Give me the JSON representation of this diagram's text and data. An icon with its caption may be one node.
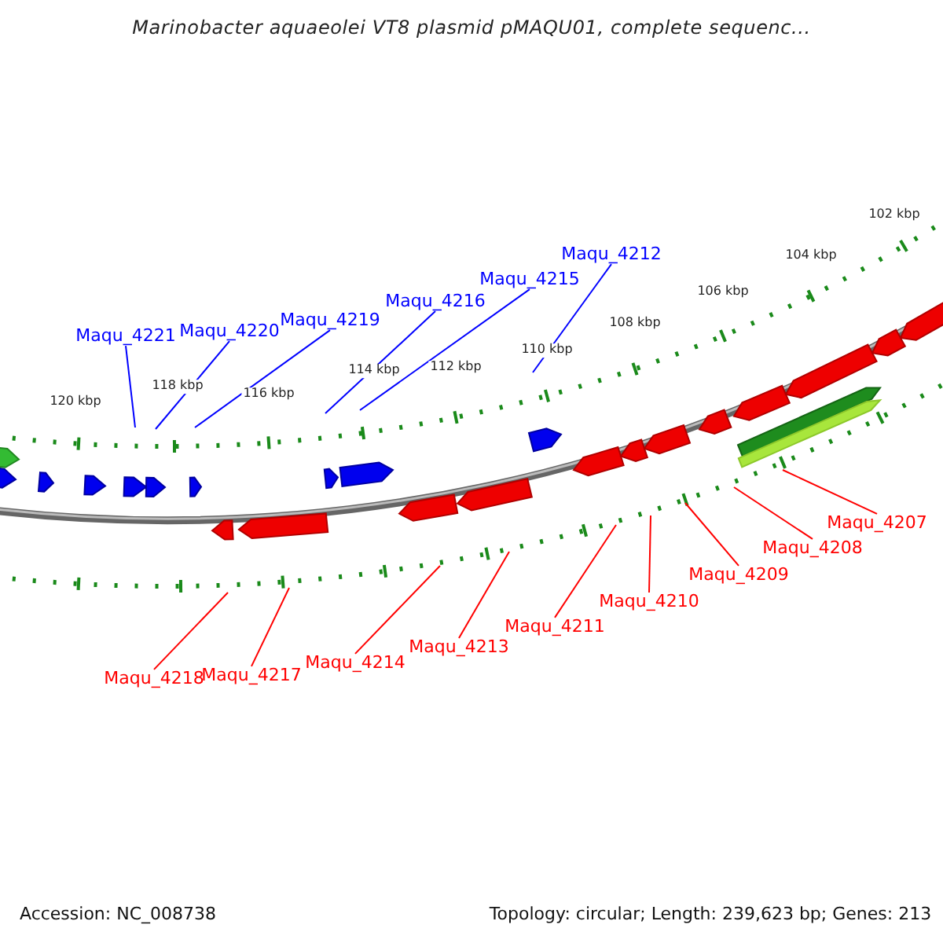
{
  "diagram": {
    "title": "Marinobacter aquaeolei VT8 plasmid pMAQU01, complete sequenc...",
    "nodes": [
      {
        "text": [
          "Maqu_4212"
        ]
      },
      {
        "text": [
          "Maqu_4215"
        ]
      },
      {
        "text": [
          "Maqu_4216"
        ]
      },
      {
        "text": [
          "Maqu_4219"
        ]
      },
      {
        "text": [
          "Maqu_4220"
        ]
      },
      {
        "text": [
          "Maqu_4221"
        ]
      },
      {
        "text": [
          "Maqu_4207"
        ]
      },
      {
        "text": [
          "Maqu_4208"
        ]
      },
      {
        "text": [
          "Maqu_4209"
        ]
      },
      {
        "text": [
          "Maqu_4210"
        ]
      },
      {
        "text": [
          "Maqu_4211"
        ]
      },
      {
        "text": [
          "Maqu_4213"
        ]
      },
      {
        "text": [
          "Maqu_4214"
        ]
      },
      {
        "text": [
          "Maqu_4217"
        ]
      },
      {
        "text": [
          "Maqu_4218"
        ]
      }
    ],
    "edges": [
      {
        "from": 0,
        "to": null,
        "arrow": "none",
        "color": "#0000ff"
      },
      {
        "from": 1,
        "to": null,
        "arrow": "none",
        "color": "#0000ff"
      },
      {
        "from": 2,
        "to": null,
        "arrow": "none",
        "color": "#0000ff"
      },
      {
        "from": 3,
        "to": null,
        "arrow": "none",
        "color": "#0000ff"
      },
      {
        "from": 4,
        "to": null,
        "arrow": "none",
        "color": "#0000ff"
      },
      {
        "from": 5,
        "to": null,
        "arrow": "none",
        "color": "#0000ff"
      },
      {
        "from": 6,
        "to": null,
        "arrow": "none"
      },
      {
        "from": 7,
        "to": null,
        "arrow": "none"
      },
      {
        "from": 8,
        "to": null,
        "arrow": "none"
      },
      {
        "from": 9,
        "to": null,
        "arrow": "none"
      },
      {
        "from": 10,
        "to": null,
        "arrow": "none"
      },
      {
        "from": 11,
        "to": null,
        "arrow": "none"
      },
      {
        "from": 12,
        "to": null,
        "arrow": "none"
      },
      {
        "from": 13,
        "to": null,
        "arrow": "none"
      },
      {
        "from": 14,
        "to": null,
        "arrow": "none"
      }
    ],
    "labels": [
      "102 kbp",
      "104 kbp",
      "106 kbp",
      "108 kbp",
      "110 kbp",
      "112 kbp",
      "114 kbp",
      "116 kbp",
      "118 kbp",
      "120 kbp",
      "Accession: NC_008738",
      "Topology: circular; Length: 239,623 bp; Genes: 213"
    ]
  }
}
